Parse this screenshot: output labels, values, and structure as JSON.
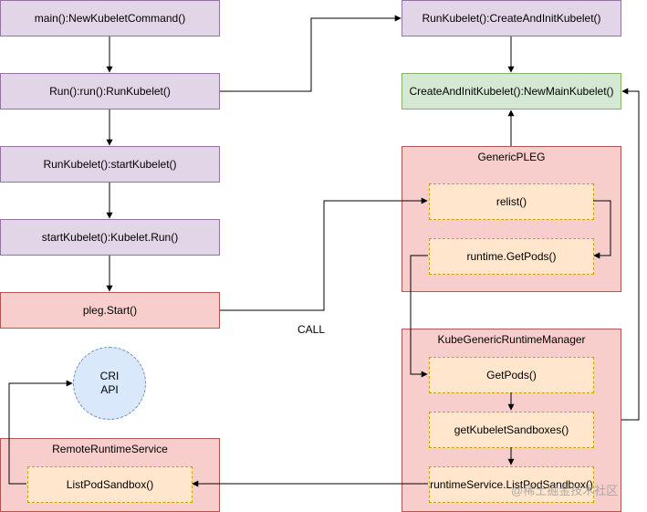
{
  "nodes": {
    "main": "main():NewKubeletCommand()",
    "run": "Run():run():RunKubelet()",
    "start_kubelet": "RunKubelet():startKubelet()",
    "kubelet_run": "startKubelet():Kubelet.Run()",
    "pleg_start": "pleg.Start()",
    "create_and_init": "RunKubelet():CreateAndInitKubelet()",
    "new_main_kubelet": "CreateAndInitKubelet():NewMainKubelet()"
  },
  "generic_pleg": {
    "title": "GenericPLEG",
    "relist": "relist()",
    "runtime_get_pods": "runtime.GetPods()"
  },
  "kube_runtime_manager": {
    "title": "KubeGenericRuntimeManager",
    "get_pods": "GetPods()",
    "get_sandboxes": "getKubeletSandboxes()",
    "list_pod_sandbox": "runtimeService.ListPodSandbox()"
  },
  "remote_runtime_service": {
    "title": "RemoteRuntimeService",
    "list_pod_sandbox": "ListPodSandbox()"
  },
  "cri_api": {
    "line1": "CRI",
    "line2": "API"
  },
  "edge_label_call": "CALL",
  "watermark": "@稀土掘金技术社区",
  "colors": {
    "purple_fill": "#e1d5e7",
    "green_fill": "#d5e8d4",
    "red_fill": "#f8cecc",
    "inner_fill": "#ffe6cc",
    "circle_fill": "#dae8fc"
  }
}
